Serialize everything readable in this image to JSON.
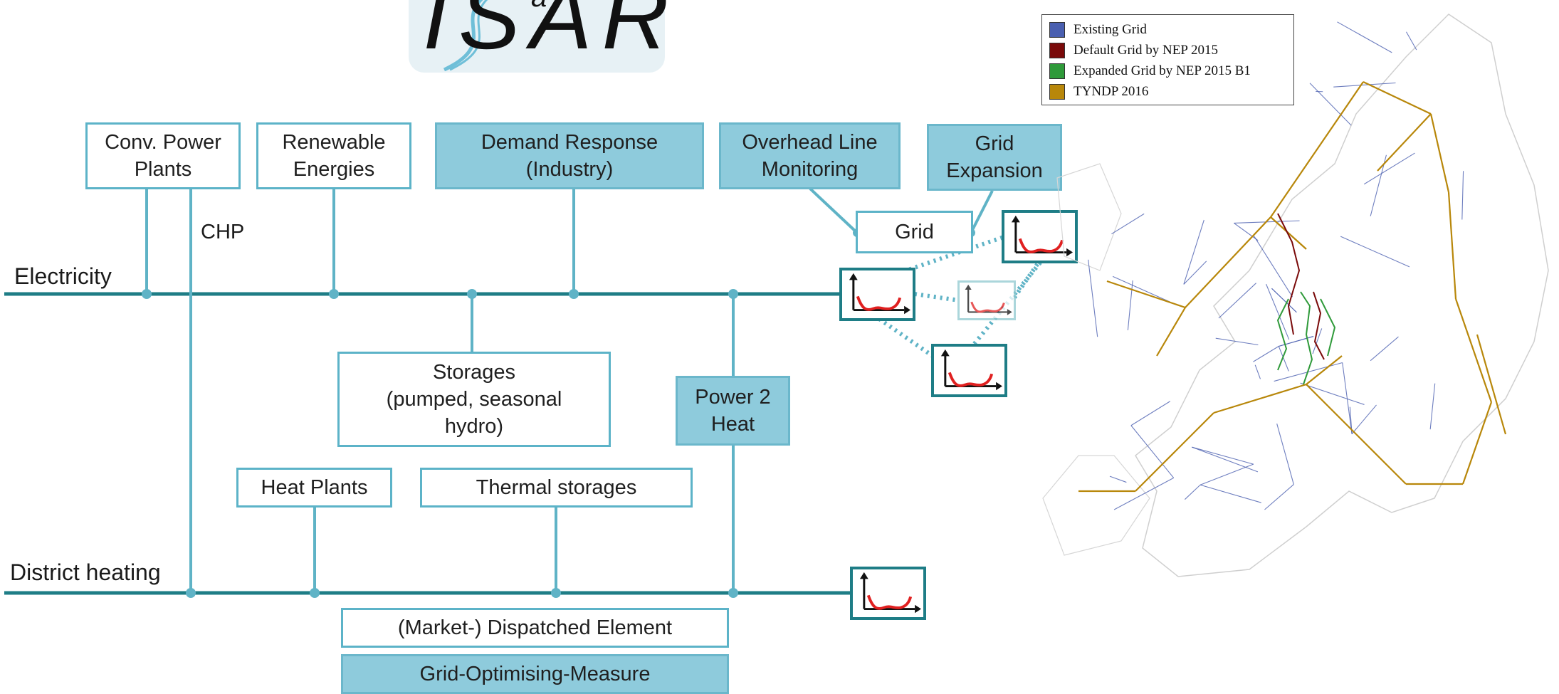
{
  "logo": {
    "text": "ISAR",
    "superscript": "a"
  },
  "buses": {
    "electricity": "Electricity",
    "district_heating": "District heating"
  },
  "chp_label": "CHP",
  "boxes": {
    "conv_power_plants": "Conv. Power\nPlants",
    "renewable_energies": "Renewable\nEnergies",
    "demand_response": "Demand Response\n(Industry)",
    "overhead_line_monitoring": "Overhead Line\nMonitoring",
    "grid_expansion": "Grid\nExpansion",
    "grid": "Grid",
    "storages": "Storages\n(pumped, seasonal\nhydro)",
    "power_2_heat": "Power 2\nHeat",
    "heat_plants": "Heat Plants",
    "thermal_storages": "Thermal storages"
  },
  "key": {
    "dispatched_element": "(Market-) Dispatched Element",
    "grid_optimising_measure": "Grid-Optimising-Measure"
  },
  "map_legend": [
    {
      "label": "Existing Grid",
      "color": "#4a5fb0"
    },
    {
      "label": "Default Grid by NEP 2015",
      "color": "#7a0a0a"
    },
    {
      "label": "Expanded Grid by NEP 2015 B1",
      "color": "#2f9a3a"
    },
    {
      "label": "TYNDP 2016",
      "color": "#b8870a"
    }
  ],
  "colors": {
    "line": "#5fb3c6",
    "bus": "#1e7d86",
    "fill": "#8ecbdc",
    "curve": "#e02020"
  }
}
